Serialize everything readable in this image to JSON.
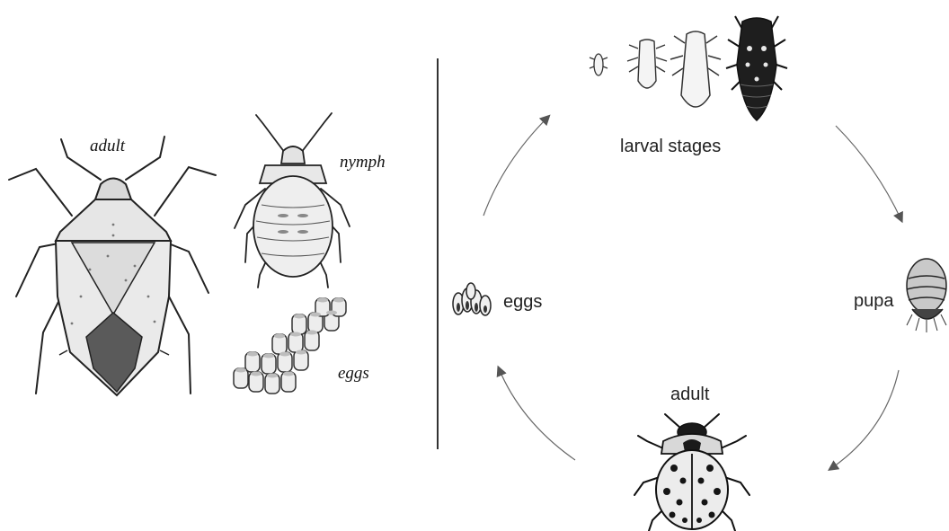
{
  "left_panel": {
    "labels": {
      "adult": "adult",
      "nymph": "nymph",
      "eggs": "eggs"
    }
  },
  "right_panel": {
    "labels": {
      "larval_stages": "larval stages",
      "pupa": "pupa",
      "adult": "adult",
      "eggs": "eggs"
    }
  },
  "colors": {
    "ink": "#1a1a1a",
    "stroke": "#222222",
    "shade": "#bdbdbd",
    "arrow": "#555555"
  }
}
